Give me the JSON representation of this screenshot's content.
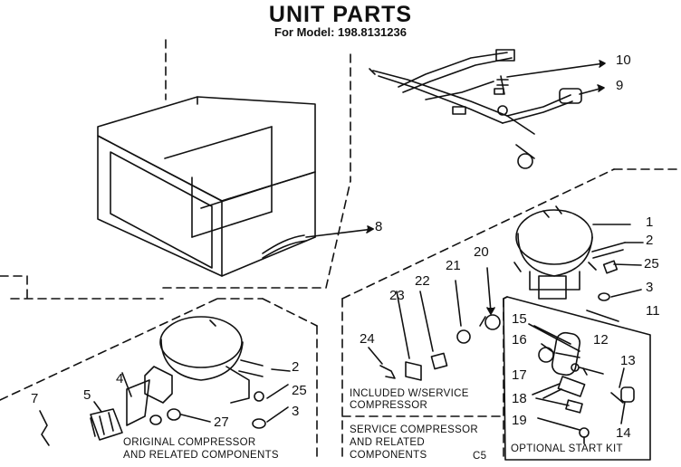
{
  "header": {
    "title": "UNIT PARTS",
    "model_line": "For Model: 198.8131236"
  },
  "callouts": {
    "n10": "10",
    "n9": "9",
    "n8": "8",
    "n1": "1",
    "n2a": "2",
    "n25a": "25",
    "n3a": "3",
    "n11": "11",
    "n20": "20",
    "n21": "21",
    "n22": "22",
    "n23": "23",
    "n24": "24",
    "n15": "15",
    "n16": "16",
    "n12": "12",
    "n13": "13",
    "n17": "17",
    "n18": "18",
    "n19": "19",
    "n14": "14",
    "n5": "5",
    "n4": "4",
    "n2b": "2",
    "n25b": "25",
    "n3b": "3",
    "n7": "7",
    "n27": "27"
  },
  "captions": {
    "original_line1": "ORIGINAL COMPRESSOR",
    "original_line2": "AND RELATED COMPONENTS",
    "included_line1": "INCLUDED W/SERVICE",
    "included_line2": "COMPRESSOR",
    "service_line1": "SERVICE COMPRESSOR",
    "service_line2": "AND RELATED",
    "service_line3": "COMPONENTS",
    "code": "C5",
    "start_kit": "OPTIONAL START KIT"
  }
}
